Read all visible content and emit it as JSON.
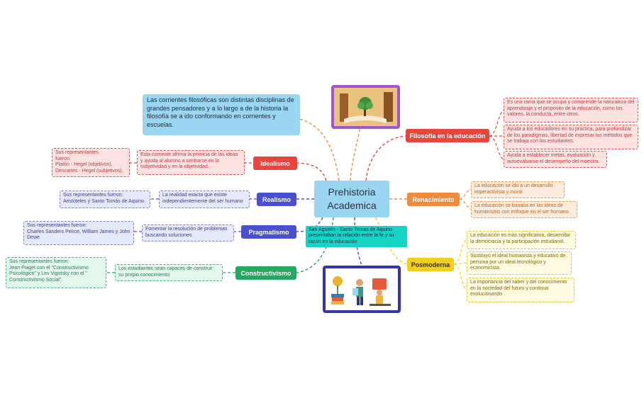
{
  "center": {
    "line1": "Prehistoria",
    "line2": "Academica"
  },
  "intro": "Las corrientes filosóficas son distintas disciplinas de grandes pensadores y a lo largo a de la historia la filosofía se a ido conformando en corrientes y escuelas.",
  "connector_note": "San Agustín - Santo Tomas de Aquino presentaban la relación entre la fe  y su razón en la educación",
  "topics": {
    "idealismo": "Idealismo",
    "realismo": "Realismo",
    "pragmatismo": "Pragmatismo",
    "constructivismo": "Constructivismo",
    "filosofia": "Filosofía en la educación",
    "renacimiento": "Renacimiento",
    "posmoderna": "Posmoderna"
  },
  "idealismo": {
    "desc": "Esta corriente afirma la primicia de las ideas y ayuda al alumno a centrarse en la subjetividad y en la objetividad.",
    "reps": [
      "Sus representantes",
      "fueron:",
      "Platón - Hegel (objetivos),",
      "Descartes - Hegel (subjetivos)."
    ]
  },
  "realismo": {
    "desc": "La realidad exacta que existe independientemente del ser humano",
    "reps": [
      "Sus representantes fueron:",
      "Aristóteles y Santo Tomás de Aquino."
    ]
  },
  "pragmatismo": {
    "desc": "Fomentar la resolución de problemas buscando soluciones",
    "reps": [
      "Sus representantes fueron:",
      "Charles Sanders Peirce, William James y John Dewe"
    ]
  },
  "constructivismo": {
    "desc": "Los estudiantes sean capaces de construir su propio conocimiento",
    "reps": [
      "Sus representantes fueron:",
      "Jean Piaget con el \"Constructivismo Psicológico\" y Lev Vigotsky con el \" Constructivismo Social\"."
    ]
  },
  "filosofia": [
    "Es una rama que se ocupa y comprende la naturaleza del aprendizaje y el propósito de la educación, como los valores, la conducta, entre otros.",
    "Ayuda a los educadores en su practica, para profundizar de los paradigmas, libertad de expresar los métodos que se trabaja con los estudiantes.",
    "Ayuda a establecer metas, evaluación y autoevaluarse el desempeño del maestro."
  ],
  "renacimiento": [
    "La educación se ido a un desarrollo imperactivista y moral",
    "La educación se basaba en las ideas de humanismo con enfoque en el ser humano."
  ],
  "posmoderna": [
    "La educación es más significativa, desarrollar la democracia y la participación estudiantil.",
    "Sustituyó el ideal humanista y educativo de persona por un ideal tecnológico y economicista.",
    "La importancia del saber y del conocimiento en la sociedad del futuro y continua evolucionando ."
  ],
  "colors": {
    "red": "#e8453c",
    "blue": "#4a4fcf",
    "green": "#25a85f",
    "orange": "#f08a3c",
    "yellow": "#f2cf1d",
    "cyan": "#17d3c4",
    "purple": "#a156c8",
    "photo_border": "#3236a8"
  },
  "images": {
    "top": "book-tree-illustration",
    "bottom": "reading-students-illustration"
  }
}
